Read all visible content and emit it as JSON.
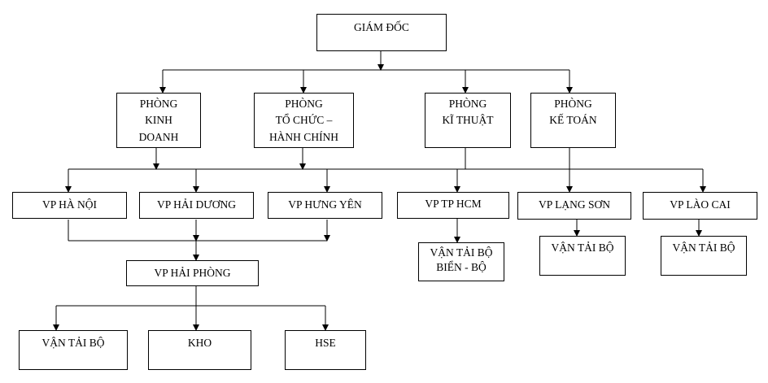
{
  "nodes": {
    "ceo": {
      "lines": [
        "GIÁM ĐỐC"
      ]
    },
    "sales": {
      "lines": [
        "PHÒNG",
        "KINH",
        "DOANH"
      ]
    },
    "admin": {
      "lines": [
        "PHÒNG",
        "TỔ CHỨC –",
        "HÀNH CHÍNH"
      ]
    },
    "tech": {
      "lines": [
        "PHÒNG",
        "KĨ THUẬT"
      ]
    },
    "acct": {
      "lines": [
        "PHÒNG",
        "KẾ TOÁN"
      ]
    },
    "hanoi": {
      "lines": [
        "VP HÀ NỘI"
      ]
    },
    "haiduong": {
      "lines": [
        "VP HẢI DƯƠNG"
      ]
    },
    "hungyen": {
      "lines": [
        "VP HƯNG YÊN"
      ]
    },
    "hcm": {
      "lines": [
        "VP TP HCM"
      ]
    },
    "langson": {
      "lines": [
        "VP LẠNG SƠN"
      ]
    },
    "laocai": {
      "lines": [
        "VP LÀO CAI"
      ]
    },
    "haiphong": {
      "lines": [
        "VP HẢI PHÒNG"
      ]
    },
    "hcm_transport": {
      "lines": [
        "VẬN TẢI BỘ",
        "BIỂN - BỘ"
      ]
    },
    "langson_transport": {
      "lines": [
        "VẬN TẢI BỘ"
      ]
    },
    "laocai_transport": {
      "lines": [
        "VẬN TẢI BỘ"
      ]
    },
    "hp_transport": {
      "lines": [
        "VẬN TẢI BỘ"
      ]
    },
    "warehouse": {
      "lines": [
        "KHO"
      ]
    },
    "hse": {
      "lines": [
        "HSE"
      ]
    }
  }
}
